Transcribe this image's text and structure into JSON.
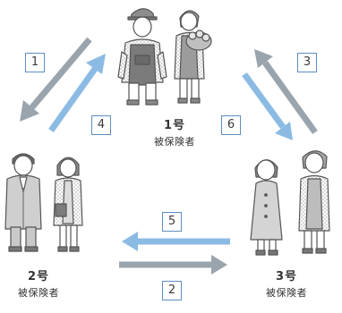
{
  "arrows": [
    {
      "id": "1",
      "label": "1",
      "from": "1号",
      "to": "2号",
      "color": "#9aa4ac"
    },
    {
      "id": "4",
      "label": "4",
      "from": "2号",
      "to": "1号",
      "color": "#8bbbe3"
    },
    {
      "id": "6",
      "label": "6",
      "from": "1号",
      "to": "3号",
      "color": "#8bbbe3"
    },
    {
      "id": "3",
      "label": "3",
      "from": "3号",
      "to": "1号",
      "color": "#9aa4ac"
    },
    {
      "id": "5",
      "label": "5",
      "from": "3号",
      "to": "2号",
      "color": "#8bbbe3"
    },
    {
      "id": "2",
      "label": "2",
      "from": "2号",
      "to": "3号",
      "color": "#9aa4ac"
    }
  ],
  "groups": {
    "g1": {
      "number": "1号",
      "label": "被保険者"
    },
    "g2": {
      "number": "2号",
      "label": "被保険者"
    },
    "g3": {
      "number": "3号",
      "label": "被保険者"
    }
  },
  "colors": {
    "gray_arrow": "#9aa4ac",
    "blue_arrow": "#8bbbe3",
    "box_border": "#5d8ec0",
    "ink": "#333333"
  }
}
